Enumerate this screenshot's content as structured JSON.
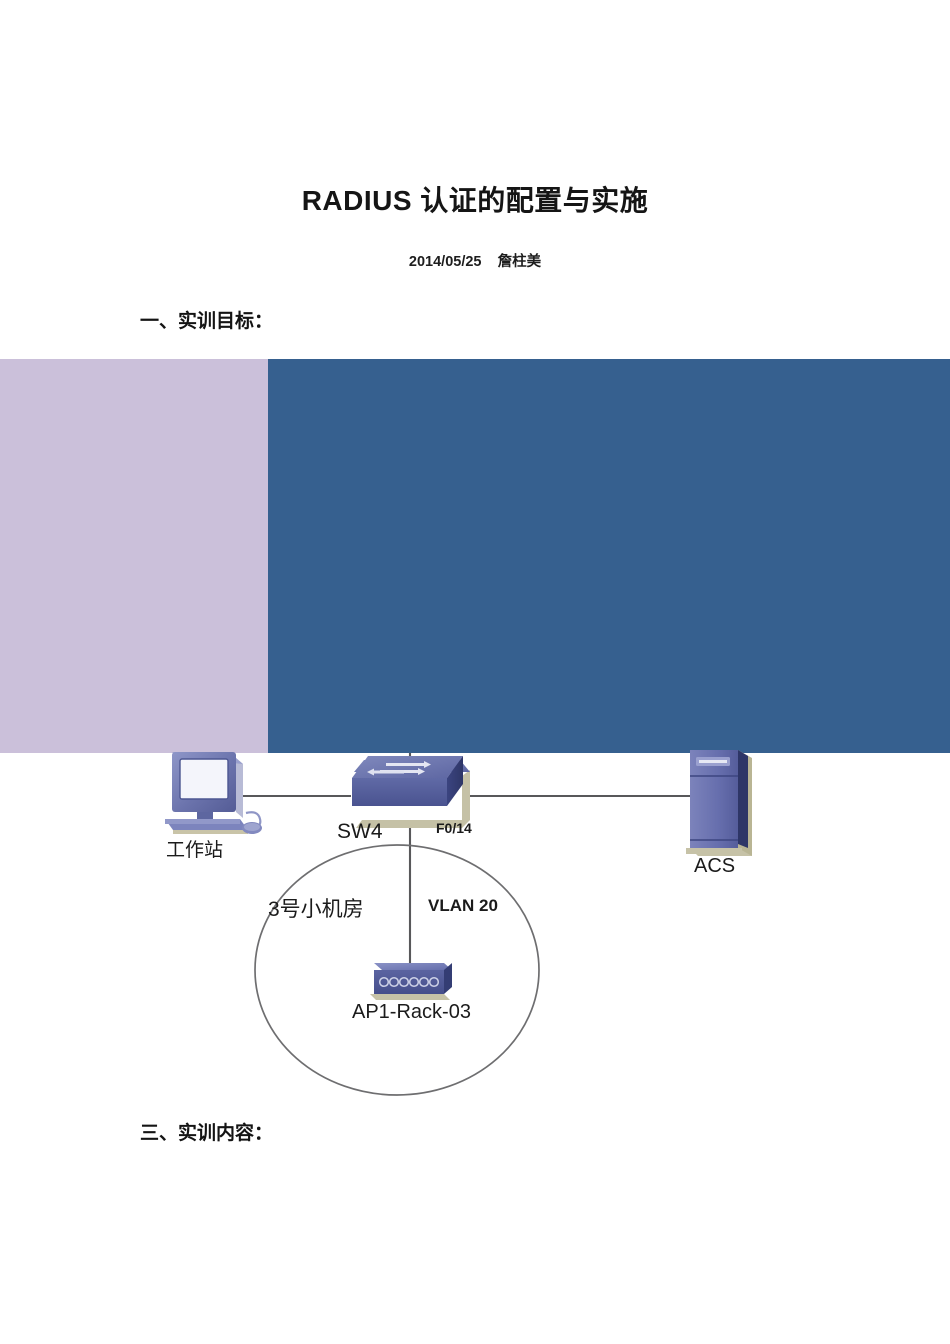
{
  "document": {
    "title": "RADIUS 认证的配置与实施",
    "byline": "2014/05/25    詹柱美",
    "sections": [
      {
        "heading": "一、实训目标："
      },
      {
        "heading": "三、实训内容："
      }
    ],
    "redacted_blocks": [
      {
        "name": "left-block",
        "color": "#cbc0da"
      },
      {
        "name": "right-block",
        "color": "#36608f"
      }
    ]
  },
  "diagram": {
    "type": "network-topology",
    "nodes": [
      {
        "id": "workstation",
        "label": "工作站",
        "icon": "workstation-icon"
      },
      {
        "id": "switch",
        "label": "SW4",
        "icon": "switch-icon"
      },
      {
        "id": "server",
        "label": "ACS",
        "icon": "server-icon"
      },
      {
        "id": "ap",
        "label": "AP1-Rack-03",
        "icon": "access-point-icon"
      }
    ],
    "link_labels": {
      "switch_to_ap_port": "F0/14",
      "vlan": "VLAN 20"
    },
    "zone": {
      "label": "3号小机房",
      "shape": "circle"
    }
  }
}
